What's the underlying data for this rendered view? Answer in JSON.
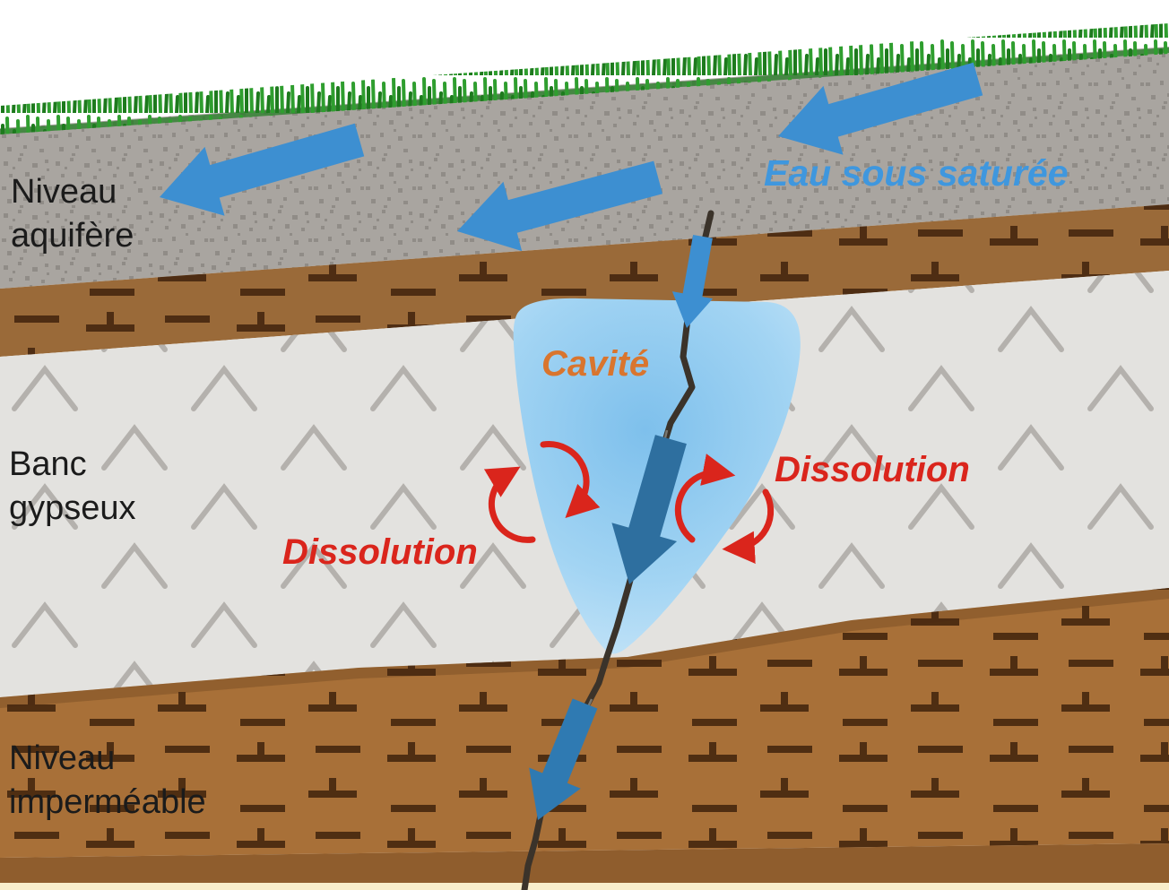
{
  "labels": {
    "aquifer": {
      "line1": "Niveau",
      "line2": "aquifère"
    },
    "undersaturated_water": "Eau sous saturée",
    "cavity": "Cavité",
    "dissolution_left": "Dissolution",
    "dissolution_right": "Dissolution",
    "gypsum": {
      "line1": "Banc",
      "line2": "gypseux"
    },
    "impermeable": {
      "line1": "Niveau",
      "line2": "imperméable"
    }
  },
  "colors": {
    "sky_white": "#ffffff",
    "aquifer_gray": "#a9a5a0",
    "stipple_dot": "#7b7773",
    "grass_green": "#2f9e2f",
    "grass_dark": "#1d7a1d",
    "marl_brown_upper": "#9a6a39",
    "marl_brown_lower": "#a87038",
    "marl_symbol": "#46260e",
    "marl_dark_band": "#8f5d2d",
    "cream_strip": "#f8edca",
    "gypsum_gray": "#e3e2df",
    "chevron_gray": "#b4b1ad",
    "cavity_center": "#7ec0ec",
    "cavity_mid": "#a2d4f3",
    "cavity_edge": "#c7e5f8",
    "flow_arrow_blue": "#3d8fd1",
    "seep_arrow_blue": "#2e6f9f",
    "seep_arrow_blue2": "#2f7ab2",
    "fracture_dark": "#3b332a",
    "dissolution_red": "#da251c",
    "cavity_label_orange": "#d9752e",
    "water_label_blue": "#3f97de",
    "label_black": "#1b1b1b"
  }
}
